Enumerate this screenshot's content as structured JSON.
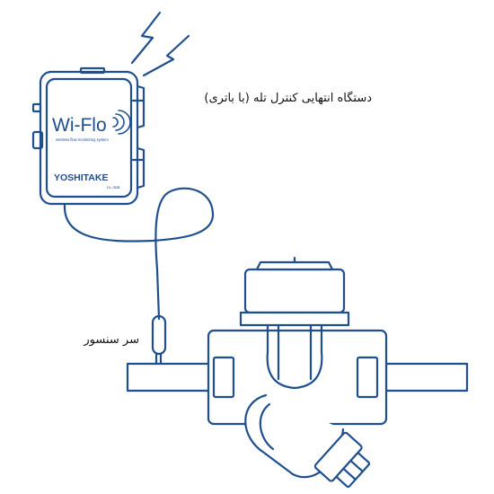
{
  "colors": {
    "line": "#1f4f8f",
    "text": "#111111",
    "background": "#ffffff"
  },
  "device": {
    "brand": "Wi-Flo",
    "tagline": "wireless flow monitoring system",
    "maker": "YOSHITAKE",
    "model": "DL-SBB",
    "icon": "wifi-signal-icon"
  },
  "labels": {
    "device": "دستگاه انتهایی کنترل تله  (با باتری)",
    "sensor": "سر سنسور"
  },
  "icons": {
    "signal": "lightning-signal-icon"
  }
}
